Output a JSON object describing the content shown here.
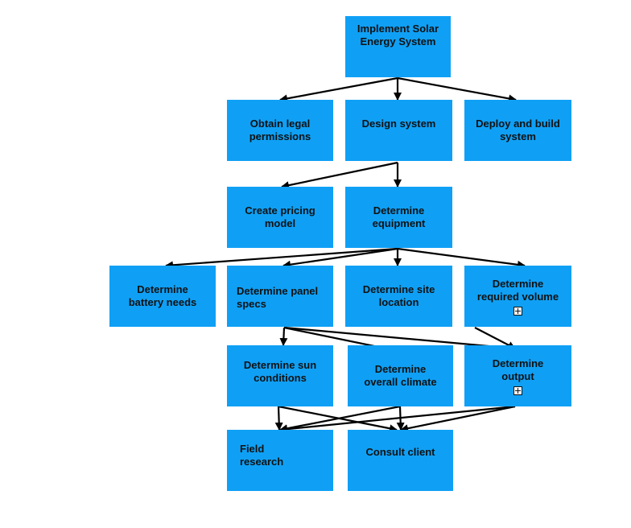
{
  "diagram": {
    "nodes": [
      {
        "id": "implement",
        "label": "Implement Solar\nEnergy System"
      },
      {
        "id": "legal",
        "label": "Obtain legal\npermissions"
      },
      {
        "id": "design",
        "label": "Design system"
      },
      {
        "id": "deploy",
        "label": "Deploy and build\nsystem"
      },
      {
        "id": "pricing",
        "label": "Create pricing\nmodel"
      },
      {
        "id": "equipment",
        "label": "Determine\nequipment"
      },
      {
        "id": "battery",
        "label": "Determine\nbattery needs"
      },
      {
        "id": "panel",
        "label": "Determine panel\nspecs"
      },
      {
        "id": "site",
        "label": "Determine site\nlocation"
      },
      {
        "id": "volume",
        "label": "Determine\nrequired volume",
        "expandable": true
      },
      {
        "id": "sun",
        "label": "Determine sun\nconditions"
      },
      {
        "id": "climate",
        "label": "Determine\noverall climate"
      },
      {
        "id": "output",
        "label": "Determine\noutput",
        "expandable": true
      },
      {
        "id": "field",
        "label": "Field\n    research"
      },
      {
        "id": "consult",
        "label": "Consult client"
      }
    ],
    "edges": [
      {
        "from": "implement",
        "to": "legal"
      },
      {
        "from": "implement",
        "to": "design"
      },
      {
        "from": "implement",
        "to": "deploy"
      },
      {
        "from": "design",
        "to": "pricing"
      },
      {
        "from": "design",
        "to": "equipment"
      },
      {
        "from": "equipment",
        "to": "battery"
      },
      {
        "from": "equipment",
        "to": "panel"
      },
      {
        "from": "equipment",
        "to": "site"
      },
      {
        "from": "equipment",
        "to": "volume"
      },
      {
        "from": "panel",
        "to": "sun"
      },
      {
        "from": "panel",
        "to": "climate"
      },
      {
        "from": "panel",
        "to": "output"
      },
      {
        "from": "volume",
        "to": "output"
      },
      {
        "from": "sun",
        "to": "field"
      },
      {
        "from": "sun",
        "to": "consult"
      },
      {
        "from": "climate",
        "to": "field"
      },
      {
        "from": "climate",
        "to": "consult"
      },
      {
        "from": "output",
        "to": "field"
      },
      {
        "from": "output",
        "to": "consult"
      }
    ]
  }
}
